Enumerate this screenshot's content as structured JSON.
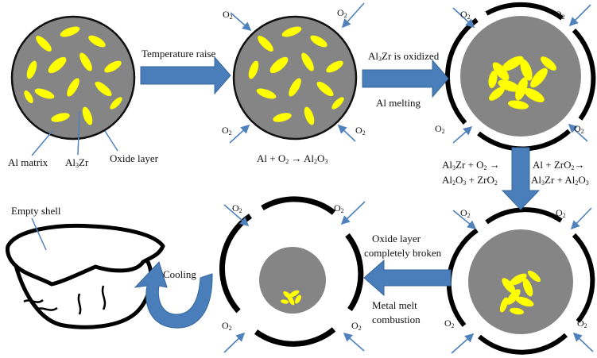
{
  "colors": {
    "particle_gray": "#858585",
    "particle_outline": "#111111",
    "al3zr_yellow": "#ffff00",
    "arrow_blue": "#4a7ebb",
    "arrow_blue_edge": "#37679c",
    "o2_arrow": "#4f81bd",
    "shell_black": "#000000"
  },
  "labels": {
    "temperature_raise": "Temperature raise",
    "al3zr_oxidized": {
      "pre": "Al",
      "sub": "3",
      "post": "Zr is oxidized"
    },
    "al_melting": "Al melting",
    "al_matrix": "Al matrix",
    "al3zr": {
      "pre": "Al",
      "sub": "3",
      "post": "Zr"
    },
    "oxide_layer": "Oxide layer",
    "reaction1": {
      "a": "Al + O",
      "s1": "2",
      "b": " → Al",
      "s2": "2",
      "c": "O",
      "s3": "3"
    },
    "reaction2_line1": {
      "a": "Al",
      "s1": "3",
      "b": "Zr + O",
      "s2": "2",
      "c": " →"
    },
    "reaction2_line2": {
      "a": "Al",
      "s1": "2",
      "b": "O",
      "s2": "3",
      "c": " + ZrO",
      "s3": "2"
    },
    "reaction3_line1": {
      "a": "Al + ZrO",
      "s1": "2",
      "b": "→"
    },
    "reaction3_line2": {
      "a": "Al",
      "s1": "3",
      "b": "Zr + Al",
      "s2": "2",
      "c": "O",
      "s3": "3"
    },
    "oxide_broken_line1": "Oxide layer",
    "oxide_broken_line2": "completely broken",
    "metal_melt_line1": "Metal melt",
    "metal_melt_line2": "combustion",
    "cooling": "Cooling",
    "empty_shell": "Empty shell",
    "o2": {
      "main": "O",
      "sub": "2"
    }
  }
}
